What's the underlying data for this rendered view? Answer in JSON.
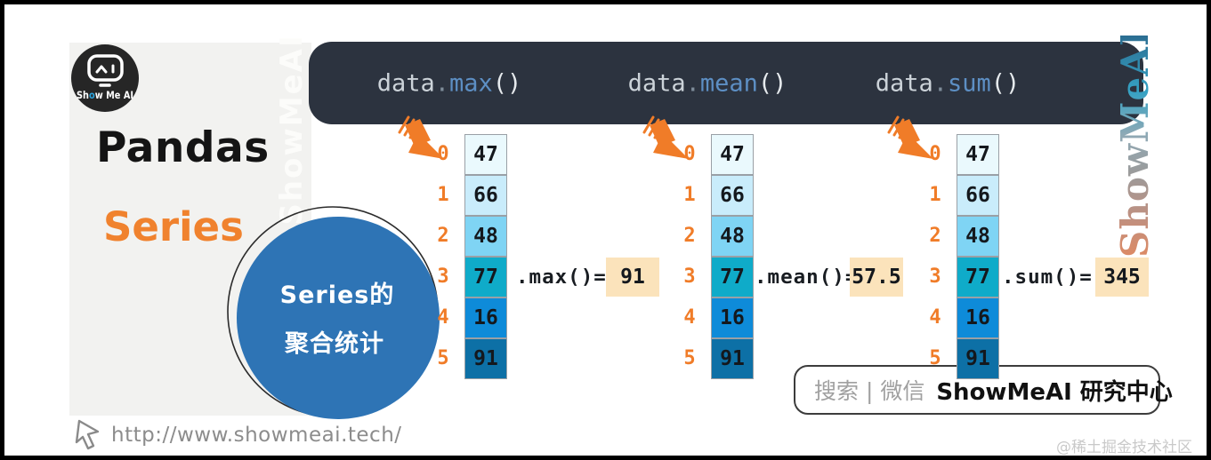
{
  "logo": {
    "brand": "Show Me AI"
  },
  "left_panel": {
    "title": "Pandas",
    "subtitle": "Series",
    "watermark": "ShowMeAI",
    "bubble_line1": "Series的",
    "bubble_line2": "聚合统计"
  },
  "code_bar": {
    "snippets": [
      {
        "object": "data",
        "dot": ".",
        "method": "max",
        "parens": "()"
      },
      {
        "object": "data",
        "dot": ".",
        "method": "mean",
        "parens": "()"
      },
      {
        "object": "data",
        "dot": ".",
        "method": "sum",
        "parens": "()"
      }
    ]
  },
  "series": {
    "indices": [
      "0",
      "1",
      "2",
      "3",
      "4",
      "5"
    ],
    "values": [
      "47",
      "66",
      "48",
      "77",
      "16",
      "91"
    ],
    "cell_colors": [
      "#eaf9fd",
      "#c9ecfb",
      "#7fd4f4",
      "#0fabc9",
      "#0e8bd9",
      "#0d70a6"
    ],
    "columns": [
      {
        "label": ".max()=",
        "result": "91"
      },
      {
        "label": ".mean()=",
        "result": "57.5"
      },
      {
        "label": ".sum()=",
        "result": "345"
      }
    ]
  },
  "search_box": {
    "hint": "搜索 | 微信",
    "brand": "ShowMeAI 研究中心"
  },
  "footer": {
    "url": "http://www.showmeai.tech/",
    "credit": "@稀土掘金技术社区"
  },
  "watermark_right": "ShowMeAI",
  "colors": {
    "accent_orange": "#f07c28",
    "bar_bg": "#2c333f",
    "circle_blue": "#2e74b5",
    "result_bg": "#fbe3bb",
    "panel_gray": "#f2f2f0"
  }
}
